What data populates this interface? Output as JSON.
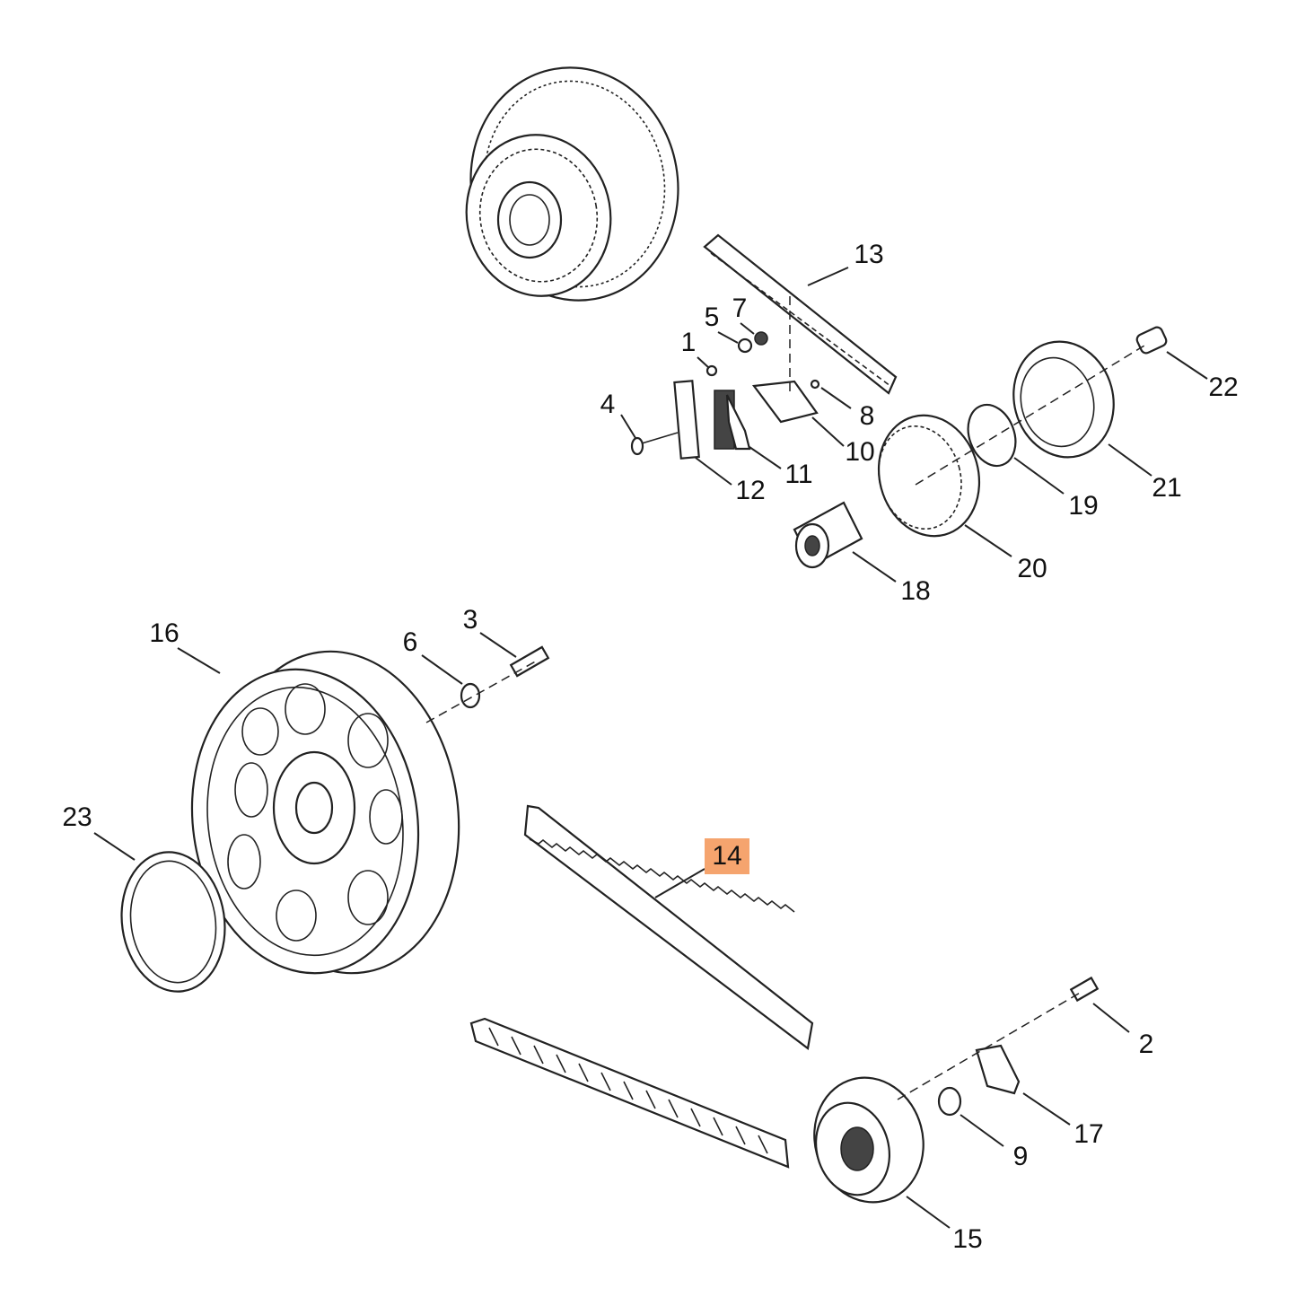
{
  "diagram": {
    "type": "exploded-parts-diagram",
    "highlight_color": "#f5a46e",
    "highlighted_part": "14",
    "callouts": {
      "c1": "1",
      "c2": "2",
      "c3": "3",
      "c4": "4",
      "c5": "5",
      "c6": "6",
      "c7": "7",
      "c8": "8",
      "c9": "9",
      "c10": "10",
      "c11": "11",
      "c12": "12",
      "c13": "13",
      "c14": "14",
      "c15": "15",
      "c16": "16",
      "c17": "17",
      "c18": "18",
      "c19": "19",
      "c20": "20",
      "c21": "21",
      "c22": "22",
      "c23": "23"
    }
  }
}
